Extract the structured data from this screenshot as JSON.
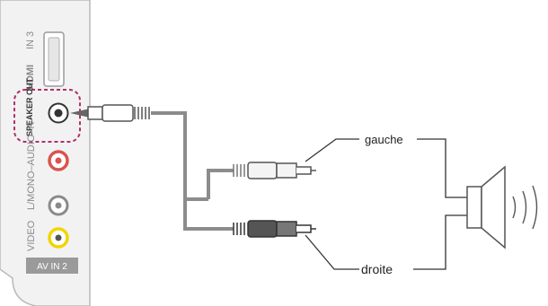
{
  "panel": {
    "hdmi_label": "HDMI",
    "hdmi_port_label": "IN 3",
    "speaker_out_label": "SPEAKER OUT",
    "audio_label": "L/MONO–AUDIO–R",
    "video_label": "VIDEO",
    "av_in_label": "AV IN 2"
  },
  "labels": {
    "left": "gauche",
    "right": "droite"
  },
  "colors": {
    "panel_fill": "#f2f2f2",
    "panel_stroke": "#b9b9b9",
    "highlight_dash": "#b0306a",
    "cable": "#8c8c8c",
    "audio_red": "#d9534f",
    "video_yellow": "#f2d400",
    "white_plug": "#f4f4f4",
    "black_plug": "#555555"
  },
  "icons": [
    "rca-jack-icon",
    "speaker-icon",
    "sound-waves-icon",
    "mini-jack-plug-icon"
  ]
}
